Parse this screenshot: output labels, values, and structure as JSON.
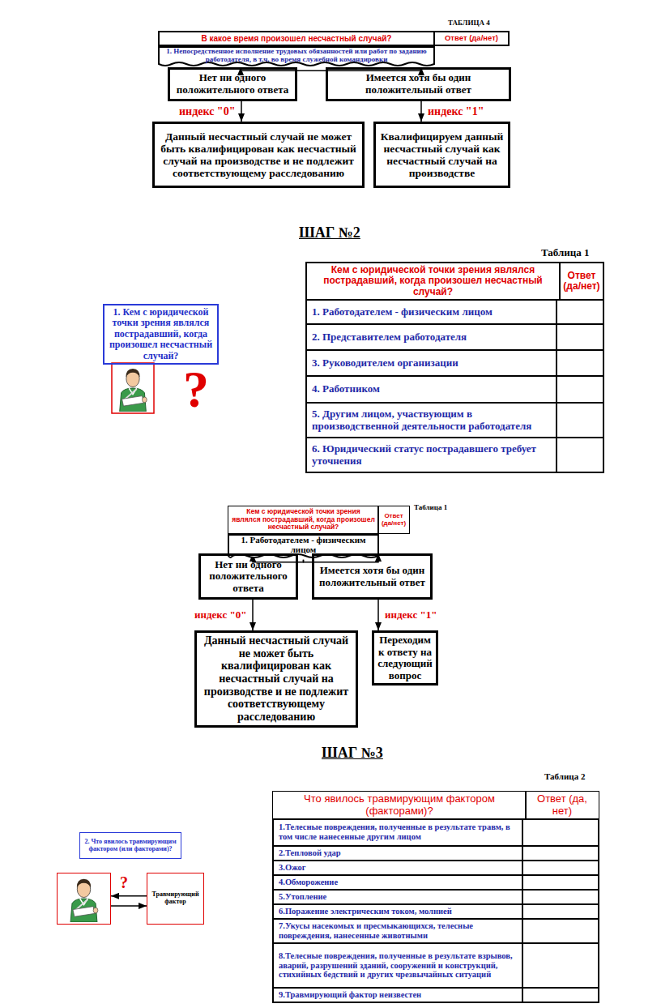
{
  "diagram": {
    "nodes": [
      {
        "text": [
          "В какое время произошел несчастный случай?"
        ]
      },
      {
        "text": [
          "Ответ (да/нет)"
        ]
      },
      {
        "text": [
          "1. Непосредственное исполнение трудовых обязанностей или работ по заданию работодателя, в т.ч. во время служебной командировки"
        ]
      },
      {
        "text": [
          "Нет ни одного положительного ответа"
        ]
      },
      {
        "text": [
          "Имеется хотя бы один положительный ответ"
        ]
      },
      {
        "text": [
          "Данный несчастный случай не может быть квалифицирован как несчастный случай на производстве и не подлежит соответствующему расследованию"
        ]
      },
      {
        "text": [
          "Квалифицируем данный несчастный случай как несчастный случай на производстве"
        ]
      },
      {
        "text": [
          "1. Кем с юридической точки зрения являлся пострадавший, когда произошел несчастный случай?"
        ]
      },
      {
        "text": [
          "Кем с юридической точки зрения являлся пострадавший, когда произошел несчастный случай?"
        ]
      },
      {
        "text": [
          "Ответ (да/нет)"
        ]
      },
      {
        "text": [
          "1. Работодателем - физическим лицом"
        ]
      },
      {
        "text": [
          "2. Представителем работодателя"
        ]
      },
      {
        "text": [
          "3. Руководителем организации"
        ]
      },
      {
        "text": [
          "4. Работником"
        ]
      },
      {
        "text": [
          "5. Другим лицом, участвующим в производственной деятельности работодателя"
        ]
      },
      {
        "text": [
          "6. Юридический статус пострадавшего требует уточнения"
        ]
      },
      {
        "text": [
          "Кем с юридической точки зрения являлся пострадавший, когда произошел несчастный случай?"
        ]
      },
      {
        "text": [
          "Ответ (да/нет)"
        ]
      },
      {
        "text": [
          "1. Работодателем - физическим лицом"
        ]
      },
      {
        "text": [
          "Нет ни одного положительного ответа"
        ]
      },
      {
        "text": [
          "Имеется хотя бы один положительный ответ"
        ]
      },
      {
        "text": [
          "Данный несчастный случай не может быть квалифицирован как несчастный случай на производстве и не подлежит соответствующему расследованию"
        ]
      },
      {
        "text": [
          "Переходим к ответу на следующий вопрос"
        ]
      },
      {
        "text": [
          "2. Что явилось травмирующим фактором (или факторами)?"
        ]
      },
      {
        "text": [
          "?"
        ]
      },
      {
        "text": [
          "Травмирующий фактор"
        ]
      },
      {
        "text": [
          "Что явилось травмирующим фактором (факторами)?"
        ]
      },
      {
        "text": [
          "Ответ (да, нет)"
        ]
      },
      {
        "text": [
          "1.Телесные повреждения, полученные в результате травм, в том числе нанесенные другим лицом"
        ]
      },
      {
        "text": [
          "2.Тепловой удар"
        ]
      },
      {
        "text": [
          "3.Ожог"
        ]
      },
      {
        "text": [
          "4.Обморожение"
        ]
      },
      {
        "text": [
          "5.Утопление"
        ]
      },
      {
        "text": [
          "6.Поражение электрическим током, молнией"
        ]
      },
      {
        "text": [
          "7.Укусы насекомых и пресмыкающихся, телесные повреждения, нанесенные животными"
        ]
      },
      {
        "text": [
          "8.Телесные повреждения, полученные в результате взрывов, аварий, разрушений зданий, сооружений и конструкций, стихийных бедствий и других чрезвычайных ситуаций"
        ]
      },
      {
        "text": [
          "9.Травмирующий фактор неизвестен"
        ]
      }
    ],
    "edges": [
      {
        "from": 2,
        "to": 3,
        "arrow": "to"
      },
      {
        "from": 2,
        "to": 4,
        "arrow": "to"
      },
      {
        "from": 3,
        "to": 5,
        "label": "индекс \"0\"",
        "arrow": "to"
      },
      {
        "from": 4,
        "to": 6,
        "label": "индекс \"1\"",
        "arrow": "to"
      },
      {
        "from": 18,
        "to": 19,
        "arrow": "to"
      },
      {
        "from": 18,
        "to": 20,
        "arrow": "to"
      },
      {
        "from": 19,
        "to": 21,
        "label": "индекс \"0\"",
        "arrow": "to"
      },
      {
        "from": 20,
        "to": 22,
        "label": "индекс \"1\"",
        "arrow": "to"
      },
      {
        "from": 25,
        "to": 24,
        "arrow": "to"
      },
      {
        "from": 24,
        "to": 25,
        "arrow": "to"
      }
    ],
    "labels": [
      "ТАБЛИЦА 4",
      "ШАГ №2",
      "Таблица 1",
      "?",
      "Таблица 1",
      "ШАГ №3",
      "Таблица 2"
    ]
  }
}
